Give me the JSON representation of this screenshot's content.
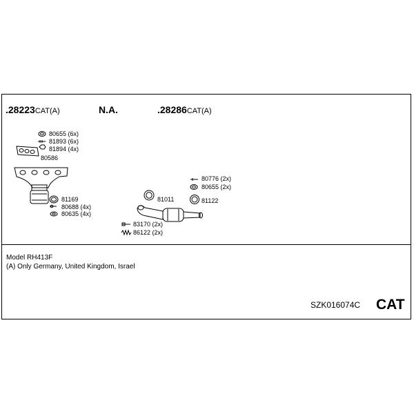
{
  "header": {
    "ref1_number": ".28223",
    "ref1_suffix": "CAT(A)",
    "ref2_text": "N.A.",
    "ref3_number": ".28286",
    "ref3_suffix": "CAT(A)"
  },
  "parts": [
    {
      "text": "80655 (6x)"
    },
    {
      "text": "81893 (6x)"
    },
    {
      "text": "81894 (4x)"
    },
    {
      "text": "80586"
    },
    {
      "text": "81169"
    },
    {
      "text": "80688 (4x)"
    },
    {
      "text": "80635 (4x)"
    },
    {
      "text": "80776 (2x)"
    },
    {
      "text": "80655 (2x)"
    },
    {
      "text": "81011"
    },
    {
      "text": "81122"
    },
    {
      "text": "83170 (2x)"
    },
    {
      "text": "86122 (2x)"
    }
  ],
  "footer": {
    "model": "Model RH413F",
    "note": "(A) Only Germany, United Kingdom, Israel",
    "code": "SZK016074C",
    "brand": "CAT"
  }
}
